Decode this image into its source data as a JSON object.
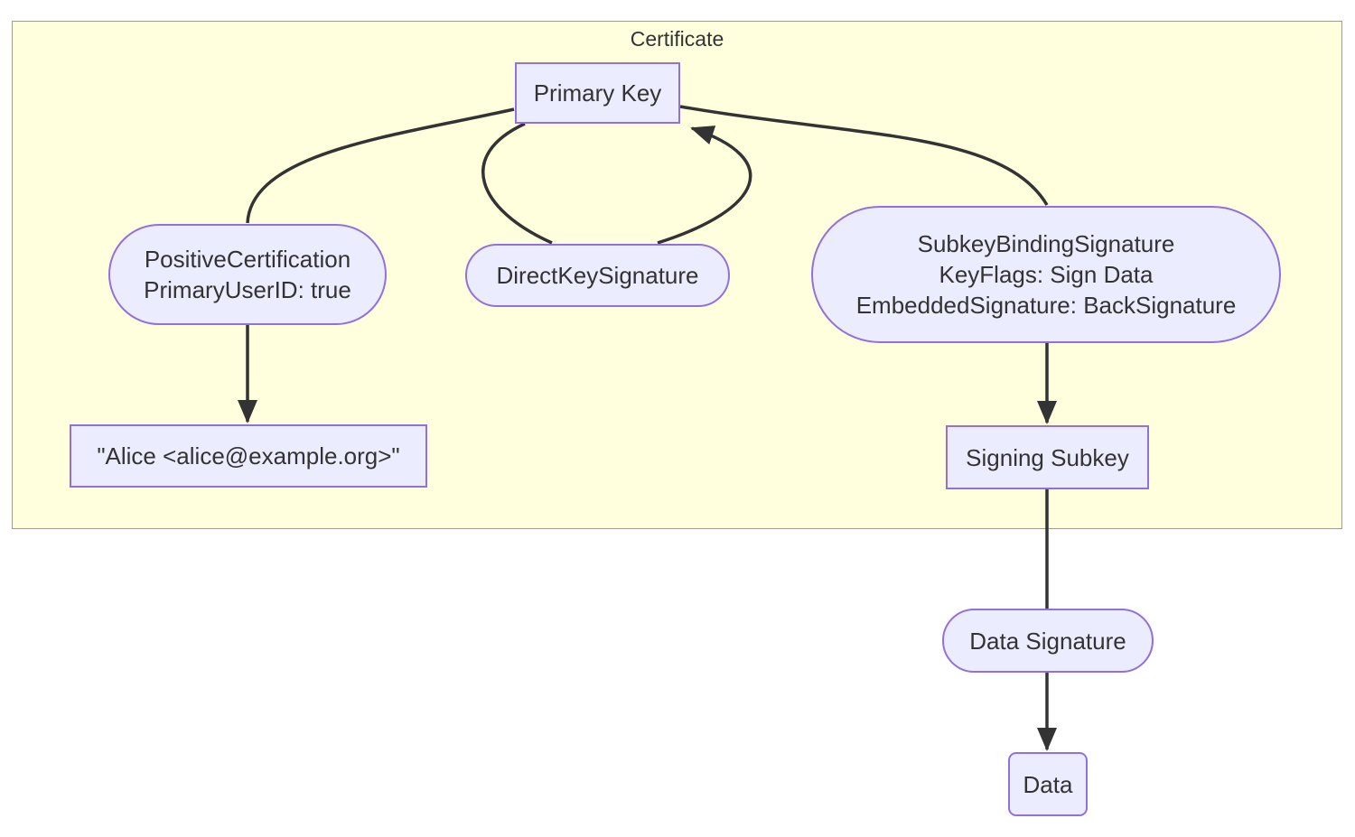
{
  "diagram": {
    "type": "flowchart",
    "container": {
      "label": "Certificate"
    },
    "nodes": {
      "primary_key": {
        "label": "Primary Key",
        "shape": "rectangle"
      },
      "positive_certification": {
        "lines": [
          "PositiveCertification",
          "PrimaryUserID: true"
        ],
        "shape": "stadium"
      },
      "direct_key_signature": {
        "label": "DirectKeySignature",
        "shape": "stadium"
      },
      "subkey_binding_signature": {
        "lines": [
          "SubkeyBindingSignature",
          "KeyFlags: Sign Data",
          "EmbeddedSignature: BackSignature"
        ],
        "shape": "stadium"
      },
      "user_id": {
        "label": "\"Alice <alice@example.org>\"",
        "shape": "rectangle"
      },
      "signing_subkey": {
        "label": "Signing Subkey",
        "shape": "rectangle"
      },
      "data_signature": {
        "label": "Data Signature",
        "shape": "stadium"
      },
      "data": {
        "label": "Data",
        "shape": "rounded-rectangle"
      }
    },
    "edges": [
      {
        "from": "primary_key",
        "to": "positive_certification",
        "arrowhead": false
      },
      {
        "from": "positive_certification",
        "to": "user_id",
        "arrowhead": true
      },
      {
        "from": "primary_key",
        "to": "direct_key_signature",
        "arrowhead": false
      },
      {
        "from": "direct_key_signature",
        "to": "primary_key",
        "arrowhead": true
      },
      {
        "from": "primary_key",
        "to": "subkey_binding_signature",
        "arrowhead": false
      },
      {
        "from": "subkey_binding_signature",
        "to": "signing_subkey",
        "arrowhead": true
      },
      {
        "from": "signing_subkey",
        "to": "data_signature",
        "arrowhead": false
      },
      {
        "from": "data_signature",
        "to": "data",
        "arrowhead": true
      }
    ],
    "colors": {
      "node_fill": "#ECECFF",
      "node_border": "#9370DB",
      "container_fill": "#FFFFDE",
      "container_border": "#AAAA33",
      "edge": "#333333",
      "text": "#333333",
      "background": "#FFFFFF"
    }
  }
}
